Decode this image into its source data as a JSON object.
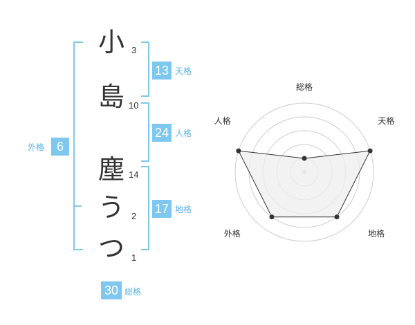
{
  "name": {
    "chars": [
      "小",
      "島",
      "塵",
      "う",
      "つ"
    ],
    "strokes": [
      "3",
      "10",
      "14",
      "2",
      "1"
    ]
  },
  "fortune": {
    "tenkaku": {
      "value": "13",
      "label": "天格"
    },
    "jinkaku": {
      "value": "24",
      "label": "人格"
    },
    "chikaku": {
      "value": "17",
      "label": "地格"
    },
    "gaikaku": {
      "value": "6",
      "label": "外格"
    },
    "soukaku": {
      "value": "30",
      "label": "総格"
    }
  },
  "chart_data": {
    "type": "radar",
    "axes": [
      "総格",
      "天格",
      "地格",
      "外格",
      "人格"
    ],
    "values": [
      1,
      5,
      4,
      4,
      5
    ],
    "max": 5,
    "rings": 5,
    "colors": {
      "fill": "#eeeeee",
      "stroke": "#333333",
      "ring": "#cccccc",
      "accent": "#7ec8f0"
    }
  }
}
